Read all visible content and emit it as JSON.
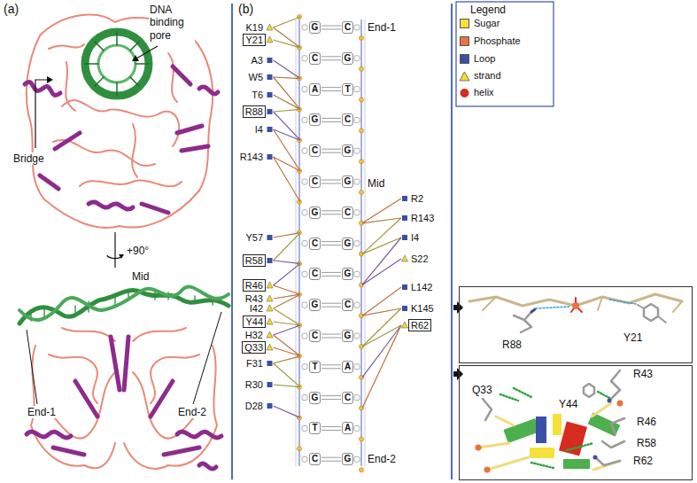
{
  "diagram": {
    "nodes": [
      {
        "text": [
          "G"
        ]
      },
      {
        "text": [
          "C"
        ]
      },
      {
        "text": [
          "C"
        ]
      },
      {
        "text": [
          "G"
        ]
      },
      {
        "text": [
          "A"
        ]
      },
      {
        "text": [
          "T"
        ]
      },
      {
        "text": [
          "G"
        ]
      },
      {
        "text": [
          "C"
        ]
      },
      {
        "text": [
          "C"
        ]
      },
      {
        "text": [
          "G"
        ]
      },
      {
        "text": [
          "C"
        ]
      },
      {
        "text": [
          "G"
        ]
      },
      {
        "text": [
          "G"
        ]
      },
      {
        "text": [
          "C"
        ]
      },
      {
        "text": [
          "C"
        ]
      },
      {
        "text": [
          "G"
        ]
      },
      {
        "text": [
          "C"
        ]
      },
      {
        "text": [
          "G"
        ]
      },
      {
        "text": [
          "G"
        ]
      },
      {
        "text": [
          "C"
        ]
      },
      {
        "text": [
          "C"
        ]
      },
      {
        "text": [
          "G"
        ]
      },
      {
        "text": [
          "T"
        ]
      },
      {
        "text": [
          "A"
        ]
      },
      {
        "text": [
          "G"
        ]
      },
      {
        "text": [
          "C"
        ]
      },
      {
        "text": [
          "T"
        ]
      },
      {
        "text": [
          "A"
        ]
      },
      {
        "text": [
          "C"
        ]
      },
      {
        "text": [
          "G"
        ]
      },
      {
        "text": [
          "Y21"
        ]
      },
      {
        "text": [
          "R88"
        ]
      },
      {
        "text": [
          "R58"
        ]
      },
      {
        "text": [
          "R46"
        ]
      },
      {
        "text": [
          "Y44"
        ]
      },
      {
        "text": [
          "Q33"
        ]
      },
      {
        "text": [
          "R62"
        ]
      },
      {
        "text": [
          "R88",
          "Y21"
        ]
      },
      {
        "text": [
          "R43",
          "Q33",
          "Y44",
          "R46",
          "R58",
          "R62"
        ]
      }
    ],
    "labels": [
      "(a)",
      "DNA binding pore",
      "Bridge",
      "+90°",
      "Mid",
      "End-1",
      "End-2",
      "(b)",
      "K19",
      "A3",
      "W5",
      "T6",
      "I4",
      "R143",
      "Y57",
      "R43",
      "I42",
      "H32",
      "F31",
      "R30",
      "D28",
      "R2",
      "R143",
      "I4",
      "S22",
      "L142",
      "K145",
      "End-1",
      "Mid",
      "End-2",
      "Legend"
    ],
    "legend": [
      {
        "text": "Sugar",
        "color": "#f5e13a"
      },
      {
        "text": "Phosphate",
        "color": "#e8733c"
      },
      {
        "text": "Loop",
        "color": "#3b4fa6"
      },
      {
        "text": "strand"
      },
      {
        "text": "helix"
      }
    ]
  }
}
